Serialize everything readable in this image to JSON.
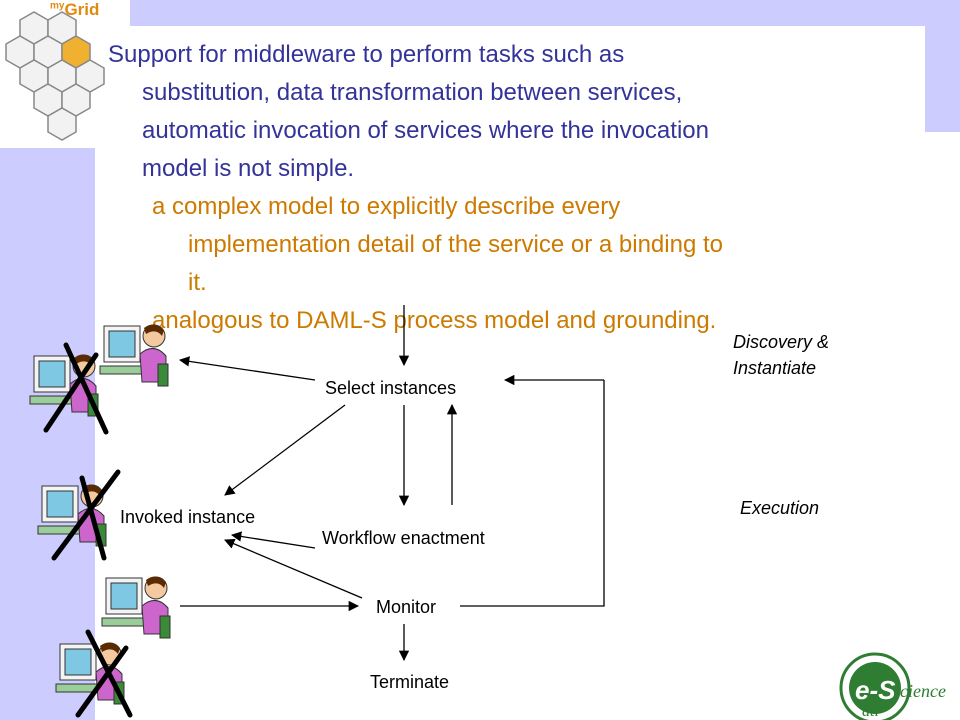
{
  "brand": {
    "prefix": "my",
    "name": "Grid"
  },
  "bullets": {
    "main": [
      "Support for middleware to perform tasks such as",
      "substitution, data transformation between services,",
      "automatic invocation of services where the invocation",
      "model is not simple."
    ],
    "sub": [
      "a complex model to explicitly describe every",
      "implementation detail of the service or a binding to",
      "it.",
      "analogous to DAML-S process model and grounding."
    ]
  },
  "diagram": {
    "select": "Select instances",
    "invoked": "Invoked instance",
    "workflow": "Workflow enactment",
    "monitor": "Monitor",
    "terminate": "Terminate",
    "discovery_1": "Discovery &",
    "discovery_2": "Instantiate",
    "execution": "Execution"
  },
  "footer_logo": {
    "main": "e-S",
    "script": "cience",
    "sub": "dti"
  },
  "colors": {
    "band": "#ccccff",
    "blue_text": "#333399",
    "orange_text": "#cc7a00",
    "brand": "#e08a10",
    "logo_green": "#2e7d32"
  }
}
